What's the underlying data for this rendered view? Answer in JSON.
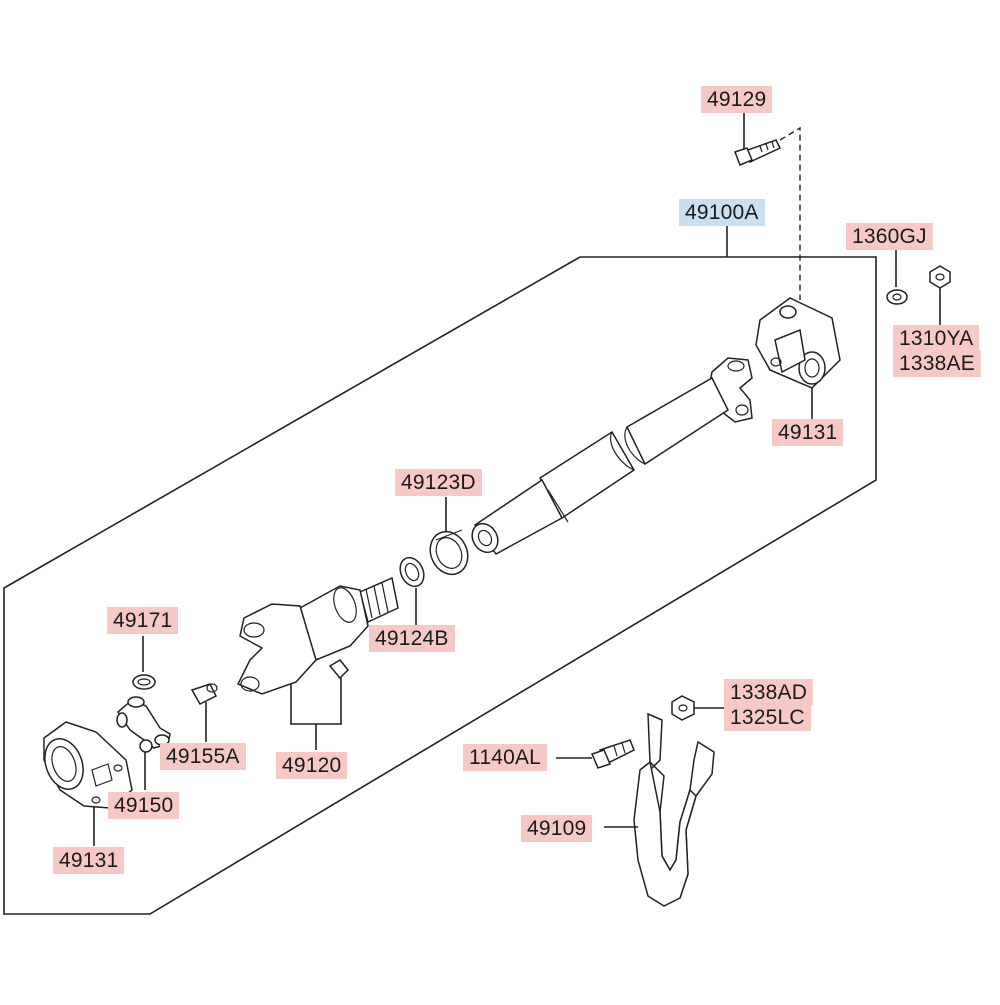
{
  "labels": {
    "p49129": "49129",
    "p49100A": "49100A",
    "p1360GJ": "1360GJ",
    "p1310YA": "1310YA",
    "p1338AE": "1338AE",
    "p49131_top": "49131",
    "p49123D": "49123D",
    "p49124B": "49124B",
    "p49171": "49171",
    "p49155A": "49155A",
    "p49120": "49120",
    "p49150": "49150",
    "p49131_bottom": "49131",
    "p1338AD": "1338AD",
    "p1325LC": "1325LC",
    "p1140AL": "1140AL",
    "p49109": "49109"
  },
  "colors": {
    "label_red": "#f6c8c6",
    "label_blue": "#c8dff4",
    "line": "#222222"
  }
}
